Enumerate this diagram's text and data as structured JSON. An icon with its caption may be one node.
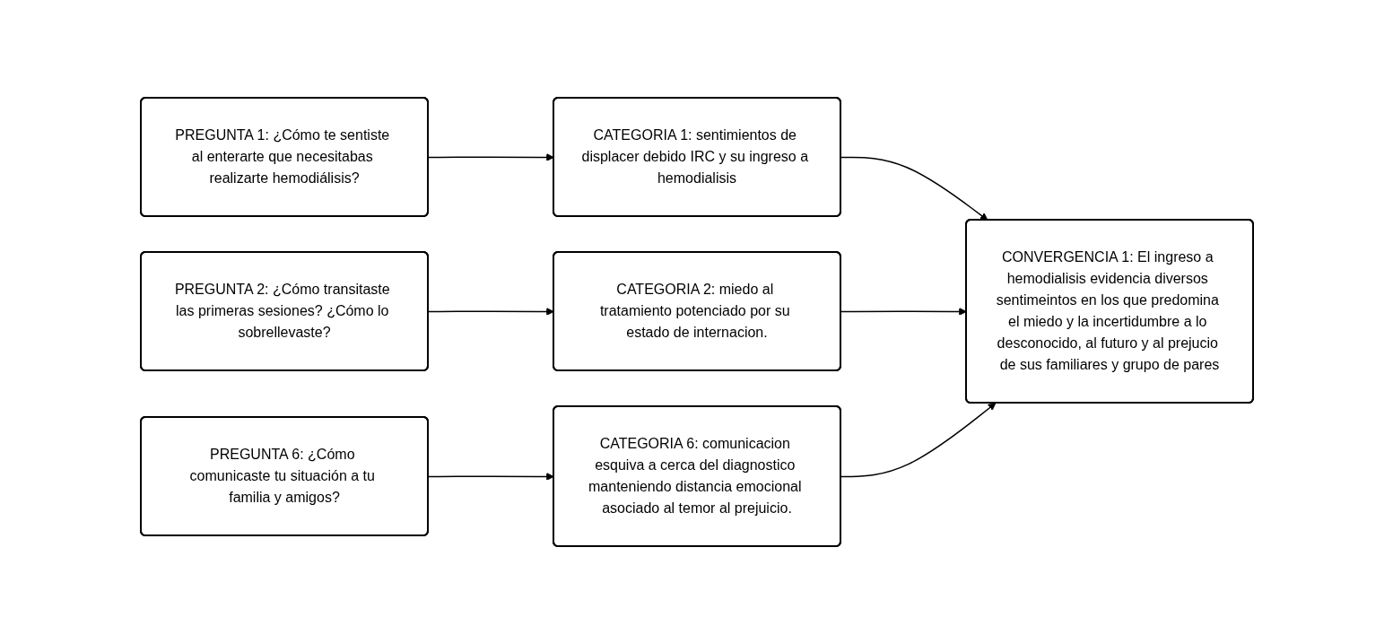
{
  "diagram": {
    "nodes": [
      {
        "text": [
          "PREGUNTA 1: ¿Cómo te sentiste al enterarte que necesitabas realizarte hemodiálisis?"
        ]
      },
      {
        "text": [
          "CATEGORIA 1: sentimientos de displacer debido IRC y su ingreso a hemodialisis"
        ]
      },
      {
        "text": [
          "PREGUNTA 2: ¿Cómo transitaste las primeras sesiones? ¿Cómo lo sobrellevaste?"
        ]
      },
      {
        "text": [
          "CATEGORIA 2: miedo al tratamiento potenciado por su estado de internacion."
        ]
      },
      {
        "text": [
          "PREGUNTA 6: ¿Cómo comunicaste tu situación a tu familia y amigos?"
        ]
      },
      {
        "text": [
          "CATEGORIA 6: comunicacion esquiva a cerca del diagnostico manteniendo distancia emocional asociado al temor al prejuicio."
        ]
      },
      {
        "text": [
          "CONVERGENCIA 1: El ingreso a hemodialisis evidencia diversos sentimeintos en los que predomina el miedo y la incertidumbre a lo desconocido, al futuro y al prejucio de sus familiares y grupo de pares"
        ]
      }
    ],
    "edges": [
      {
        "from": 0,
        "to": 1,
        "arrow": "to"
      },
      {
        "from": 2,
        "to": 3,
        "arrow": "to"
      },
      {
        "from": 4,
        "to": 5,
        "arrow": "to"
      },
      {
        "from": 1,
        "to": 6,
        "arrow": "to"
      },
      {
        "from": 3,
        "to": 6,
        "arrow": "to"
      },
      {
        "from": 5,
        "to": 6,
        "arrow": "to"
      }
    ]
  }
}
